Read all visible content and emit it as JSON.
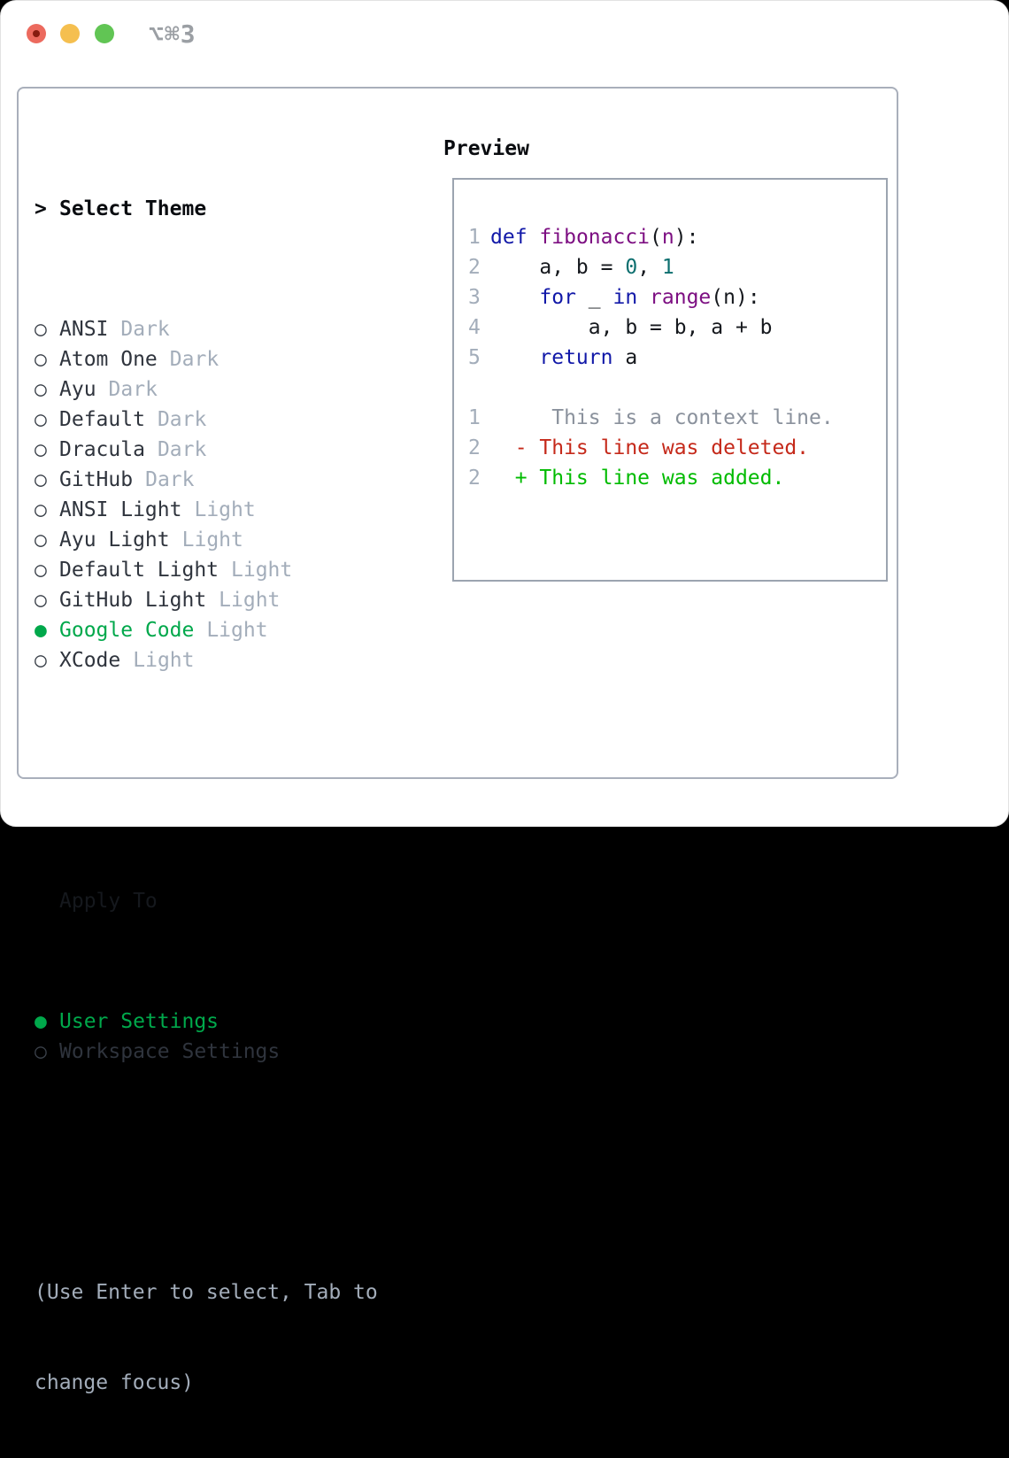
{
  "window": {
    "title": "⌥⌘3"
  },
  "markers": {
    "prompt": ">",
    "selected": "●",
    "unselected": "○"
  },
  "left": {
    "header": "Select Theme",
    "themes": [
      {
        "name": "ANSI",
        "tag": "Dark",
        "selected": false
      },
      {
        "name": "Atom One",
        "tag": "Dark",
        "selected": false
      },
      {
        "name": "Ayu",
        "tag": "Dark",
        "selected": false
      },
      {
        "name": "Default",
        "tag": "Dark",
        "selected": false
      },
      {
        "name": "Dracula",
        "tag": "Dark",
        "selected": false
      },
      {
        "name": "GitHub",
        "tag": "Dark",
        "selected": false
      },
      {
        "name": "ANSI Light",
        "tag": "Light",
        "selected": false
      },
      {
        "name": "Ayu Light",
        "tag": "Light",
        "selected": false
      },
      {
        "name": "Default Light",
        "tag": "Light",
        "selected": false
      },
      {
        "name": "GitHub Light",
        "tag": "Light",
        "selected": false
      },
      {
        "name": "Google Code",
        "tag": "Light",
        "selected": true
      },
      {
        "name": "XCode",
        "tag": "Light",
        "selected": false
      }
    ],
    "apply_header": "Apply To",
    "apply_options": [
      {
        "name": "User Settings",
        "selected": true
      },
      {
        "name": "Workspace Settings",
        "selected": false
      }
    ],
    "help": [
      "(Use Enter to select, Tab to",
      "change focus)"
    ]
  },
  "preview": {
    "title": "Preview",
    "lines": [
      {
        "num": "1",
        "tokens": [
          {
            "t": "def",
            "c": "kw"
          },
          {
            "t": " ",
            "c": "p"
          },
          {
            "t": "fibonacci",
            "c": "fn"
          },
          {
            "t": "(",
            "c": "p"
          },
          {
            "t": "n",
            "c": "fn"
          },
          {
            "t": "):",
            "c": "p"
          }
        ]
      },
      {
        "num": "2",
        "tokens": [
          {
            "t": "    a, b = ",
            "c": "p"
          },
          {
            "t": "0",
            "c": "num"
          },
          {
            "t": ", ",
            "c": "p"
          },
          {
            "t": "1",
            "c": "num"
          }
        ]
      },
      {
        "num": "3",
        "tokens": [
          {
            "t": "    ",
            "c": "p"
          },
          {
            "t": "for",
            "c": "kw"
          },
          {
            "t": " _ ",
            "c": "p"
          },
          {
            "t": "in",
            "c": "kw"
          },
          {
            "t": " ",
            "c": "p"
          },
          {
            "t": "range",
            "c": "fn"
          },
          {
            "t": "(n):",
            "c": "p"
          }
        ]
      },
      {
        "num": "4",
        "tokens": [
          {
            "t": "        a, b = b, a + b",
            "c": "p"
          }
        ]
      },
      {
        "num": "5",
        "tokens": [
          {
            "t": "    ",
            "c": "p"
          },
          {
            "t": "return",
            "c": "kw"
          },
          {
            "t": " a",
            "c": "p"
          }
        ]
      },
      {
        "num": "",
        "tokens": []
      },
      {
        "num": "1",
        "tokens": [
          {
            "t": "     This is a context line.",
            "c": "ctx"
          }
        ]
      },
      {
        "num": "2",
        "tokens": [
          {
            "t": "  - This line was deleted.",
            "c": "del"
          }
        ]
      },
      {
        "num": "2",
        "tokens": [
          {
            "t": "  + This line was added.",
            "c": "add"
          }
        ]
      }
    ]
  },
  "colors": {
    "text": "#2F343D",
    "muted": "#A3ADBA",
    "heading": "#0A0C10",
    "plain": "#15181D",
    "green": "#00A84B",
    "add": "#00BB00",
    "del": "#C5291A",
    "kw": "#1118A8",
    "fn": "#7D0F82",
    "lit": "#0D6F6F",
    "ctx": "#8A919C",
    "panel_border": "#A9AFBB",
    "box_border": "#9CA4B0",
    "title": "#9B9FA4",
    "tl_red": "#EC6A5E",
    "tl_reddot": "#871C10",
    "tl_yellow": "#F5BF4F",
    "tl_green": "#61C554"
  }
}
